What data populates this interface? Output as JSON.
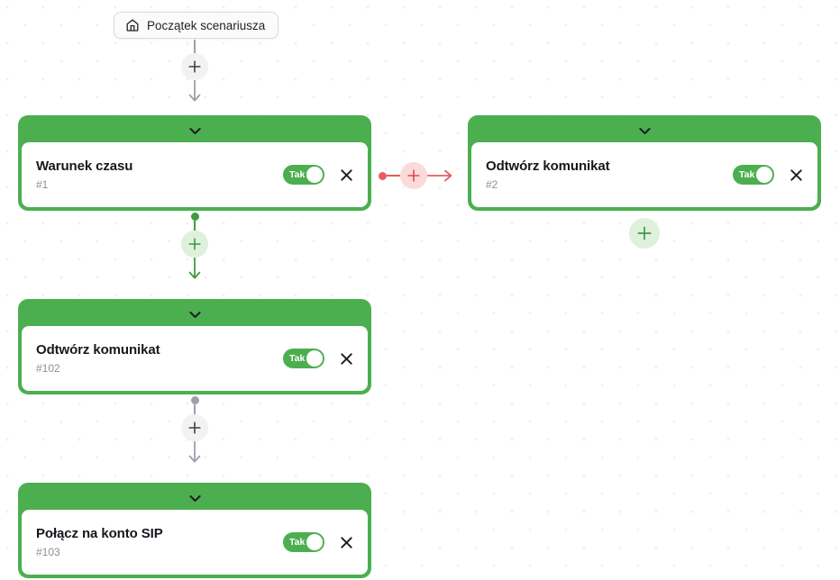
{
  "start": {
    "label": "Początek scenariusza",
    "icon": "home-icon"
  },
  "colors": {
    "node_green": "#4caf4f",
    "toggle_green": "#4caf4f",
    "connector_gray": "#9aa1ab",
    "connector_green": "#3f9b41",
    "connector_red": "#ea5c5c",
    "plus_bg_green": "#dff0dc",
    "plus_bg_red": "#fbdada",
    "plus_bg_gray": "#f2f2f3",
    "title_text": "#15181d",
    "id_text": "#8b9096"
  },
  "nodes": [
    {
      "title": "Warunek czasu",
      "id": "#1",
      "toggle_label": "Tak",
      "toggle_on": true,
      "close_label": "×"
    },
    {
      "title": "Odtwórz komunikat",
      "id": "#2",
      "toggle_label": "Tak",
      "toggle_on": true,
      "close_label": "×"
    },
    {
      "title": "Odtwórz komunikat",
      "id": "#102",
      "toggle_label": "Tak",
      "toggle_on": true,
      "close_label": "×"
    },
    {
      "title": "Połącz na konto SIP",
      "id": "#103",
      "toggle_label": "Tak",
      "toggle_on": true,
      "close_label": "×"
    }
  ],
  "connectors": {
    "start_to_node1": {
      "color": "gray",
      "has_dot": false,
      "plus": "+"
    },
    "node1_to_node3": {
      "color": "green",
      "has_dot": true,
      "plus": "+"
    },
    "node3_to_node4": {
      "color": "gray",
      "has_dot": true,
      "plus": "+"
    },
    "node1_to_node2": {
      "color": "red",
      "has_dot": true,
      "plus": "+"
    }
  },
  "add_button": {
    "plus": "+"
  }
}
